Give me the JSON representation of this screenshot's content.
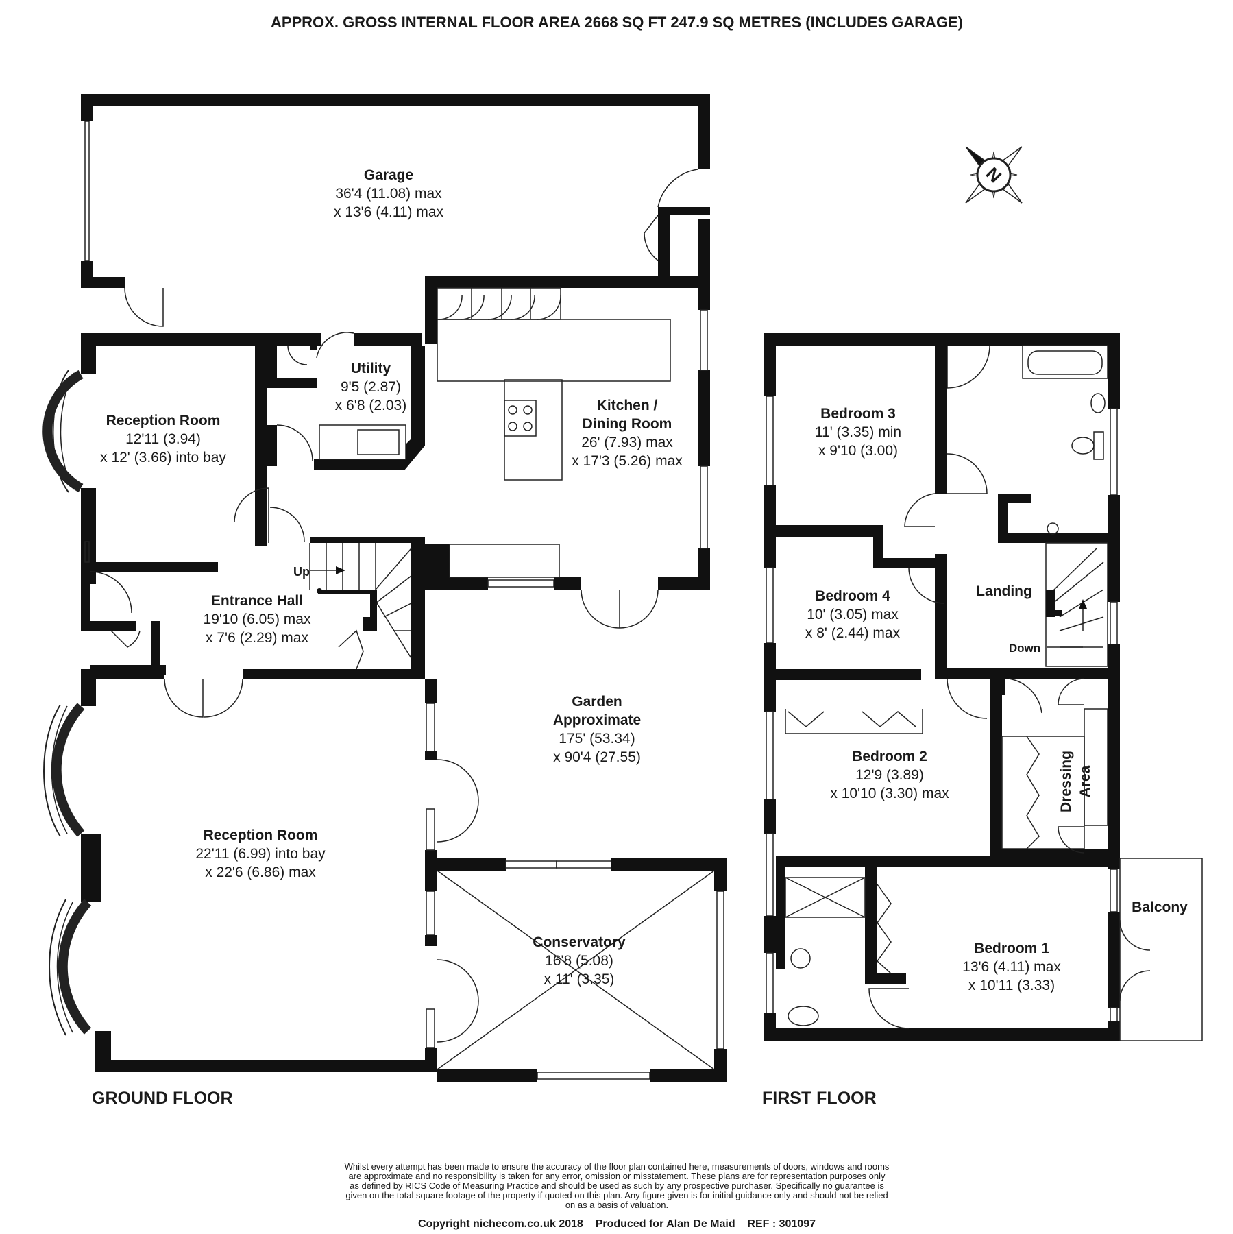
{
  "header": {
    "area_text": "APPROX. GROSS INTERNAL FLOOR AREA 2668 SQ FT 247.9 SQ METRES (INCLUDES GARAGE)"
  },
  "floors": {
    "ground": "GROUND FLOOR",
    "first": "FIRST FLOOR"
  },
  "ground_rooms": {
    "garage": {
      "name": "Garage",
      "dim1": "36'4 (11.08) max",
      "dim2": "x 13'6 (4.11) max"
    },
    "utility": {
      "name": "Utility",
      "dim1": "9'5 (2.87)",
      "dim2": "x 6'8 (2.03)"
    },
    "reception1": {
      "name": "Reception Room",
      "dim1": "12'11 (3.94)",
      "dim2": "x 12' (3.66) into bay"
    },
    "kitchen": {
      "name1": "Kitchen /",
      "name2": "Dining Room",
      "dim1": "26' (7.93) max",
      "dim2": "x 17'3 (5.26) max"
    },
    "hall": {
      "name": "Entrance Hall",
      "dim1": "19'10 (6.05) max",
      "dim2": "x 7'6 (2.29) max"
    },
    "garden": {
      "name1": "Garden",
      "name2": "Approximate",
      "dim1": "175' (53.34)",
      "dim2": "x 90'4 (27.55)"
    },
    "reception2": {
      "name": "Reception Room",
      "dim1": "22'11 (6.99) into bay",
      "dim2": "x 22'6 (6.86) max"
    },
    "conservatory": {
      "name": "Conservatory",
      "dim1": "16'8 (5.08)",
      "dim2": "x 11' (3.35)"
    },
    "stairs_up": "Up"
  },
  "first_rooms": {
    "bed3": {
      "name": "Bedroom 3",
      "dim1": "11' (3.35) min",
      "dim2": "x 9'10 (3.00)"
    },
    "bed4": {
      "name": "Bedroom 4",
      "dim1": "10' (3.05) max",
      "dim2": "x 8' (2.44) max"
    },
    "landing": {
      "name": "Landing"
    },
    "stairs_down": "Down",
    "bed2": {
      "name": "Bedroom 2",
      "dim1": "12'9 (3.89)",
      "dim2": "x 10'10 (3.30) max"
    },
    "dressing": {
      "word1": "Dressing",
      "word2": "Area"
    },
    "bed1": {
      "name": "Bedroom 1",
      "dim1": "13'6 (4.11) max",
      "dim2": "x 10'11 (3.33)"
    },
    "balcony": {
      "name": "Balcony"
    }
  },
  "compass": {
    "label": "N",
    "icon": "compass-icon"
  },
  "footer": {
    "disclaimer": [
      "Whilst every attempt has been made to ensure the accuracy of the floor plan contained here, measurements of doors, windows and rooms",
      "are approximate and no responsibility is taken for any error, omission or misstatement. These plans are for representation purposes only",
      "as defined by RICS Code of Measuring Practice and should be used as such by any prospective purchaser.  Specifically no guarantee is",
      "given on the total square footage of the property if quoted on this plan. Any figure given is for initial guidance only and should not be relied",
      "on as a basis of valuation."
    ],
    "copyright": "Copyright nichecom.co.uk 2018    Produced for Alan De Maid    REF : 301097"
  }
}
